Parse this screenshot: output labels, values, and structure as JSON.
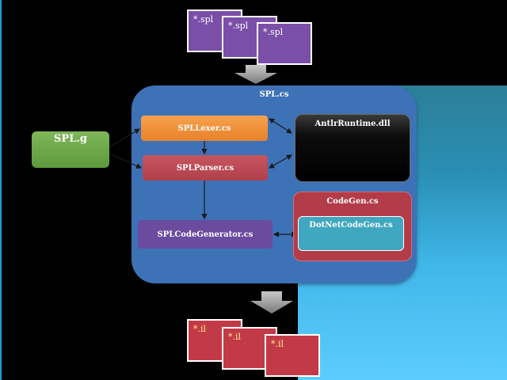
{
  "diagram": {
    "container_title": "SPL.cs",
    "input_grammar": "SPL.g",
    "nodes": {
      "lexer": "SPLLexer.cs",
      "parser": "SPLParser.cs",
      "code_generator": "SPLCodeGenerator.cs",
      "runtime": "AntlrRuntime.dll",
      "codegen_group": "CodeGen.cs",
      "dotnet_codegen": "DotNetCodeGen.cs"
    },
    "input_files": [
      "*.spl",
      "*.spl",
      "*.spl"
    ],
    "output_files": [
      "*.il",
      "*.il",
      "*.il"
    ]
  },
  "colors": {
    "background": "#000000",
    "container": "#3d72b7",
    "spl_file": "#7a4fa8",
    "il_file": "#c23a47",
    "grammar": "#6fa84b",
    "lexer": "#f0913b",
    "parser": "#bb4a54",
    "code_generator": "#6a4b9e",
    "codegen_group": "#b23c48",
    "dotnet_codegen": "#3fa7bf",
    "accent_panel": "#3fb6e8"
  }
}
